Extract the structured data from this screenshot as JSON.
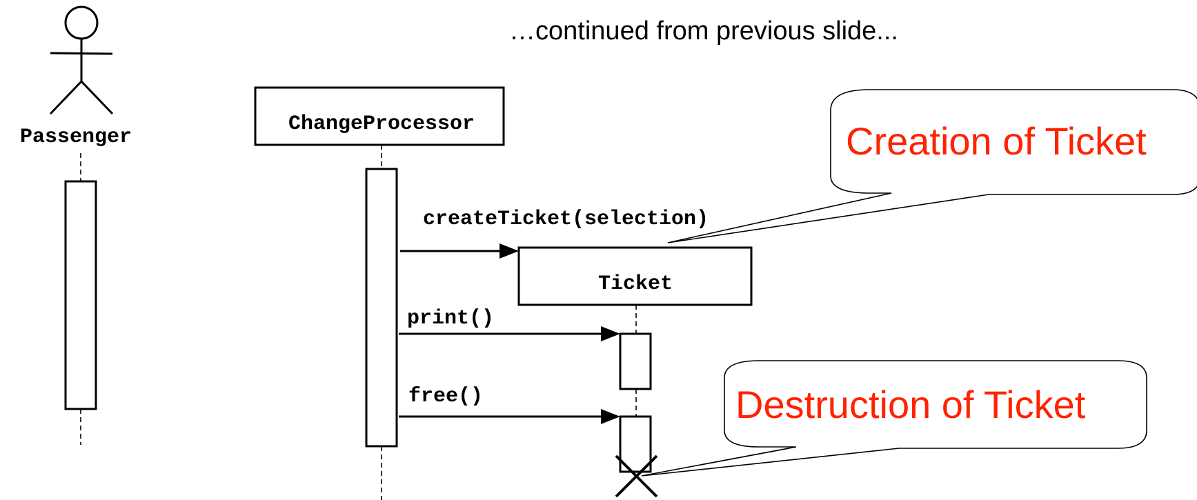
{
  "header_note": "…continued from previous slide...",
  "actors": {
    "passenger": {
      "label": "Passenger"
    }
  },
  "objects": {
    "change_processor": {
      "label": "ChangeProcessor"
    },
    "ticket": {
      "label": "Ticket"
    }
  },
  "messages": {
    "create": {
      "label": "createTicket(selection)"
    },
    "print": {
      "label": "print()"
    },
    "free": {
      "label": "free()"
    }
  },
  "callouts": {
    "creation": {
      "text": "Creation of Ticket"
    },
    "destruction": {
      "text": "Destruction of Ticket"
    }
  },
  "colors": {
    "callout_text": "#ff2200",
    "stroke": "#000000"
  }
}
